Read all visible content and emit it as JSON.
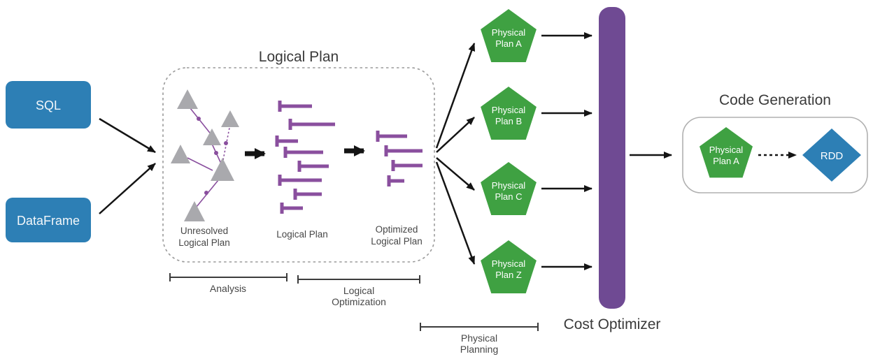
{
  "colors": {
    "blue": "#2d7fb5",
    "green": "#3fa142",
    "purple": "#8a4f9e",
    "purple_bar": "#6f4a93",
    "gray_triangle": "#a9a9ad",
    "arrow": "#141414",
    "text_dark": "#3a3a3a",
    "box_outline": "#b0b0b0",
    "dashed_outline": "#9a9a9a"
  },
  "inputs": {
    "sql": "SQL",
    "dataframe": "DataFrame"
  },
  "logical_plan": {
    "title": "Logical Plan",
    "stages": {
      "unresolved": {
        "line1": "Unresolved",
        "line2": "Logical Plan"
      },
      "logical": {
        "label": "Logical Plan"
      },
      "optimized": {
        "line1": "Optimized",
        "line2": "Logical Plan"
      }
    }
  },
  "brackets": {
    "analysis": {
      "label": "Analysis"
    },
    "logical_optimization": {
      "line1": "Logical",
      "line2": "Optimization"
    },
    "physical_planning": {
      "line1": "Physical",
      "line2": "Planning"
    }
  },
  "physical_plans": [
    {
      "line1": "Physical",
      "line2": "Plan A"
    },
    {
      "line1": "Physical",
      "line2": "Plan B"
    },
    {
      "line1": "Physical",
      "line2": "Plan C"
    },
    {
      "line1": "Physical",
      "line2": "Plan Z"
    }
  ],
  "cost_optimizer": {
    "label": "Cost Optimizer"
  },
  "code_generation": {
    "title": "Code Generation",
    "plan": {
      "line1": "Physical",
      "line2": "Plan A"
    },
    "rdd": "RDD"
  }
}
